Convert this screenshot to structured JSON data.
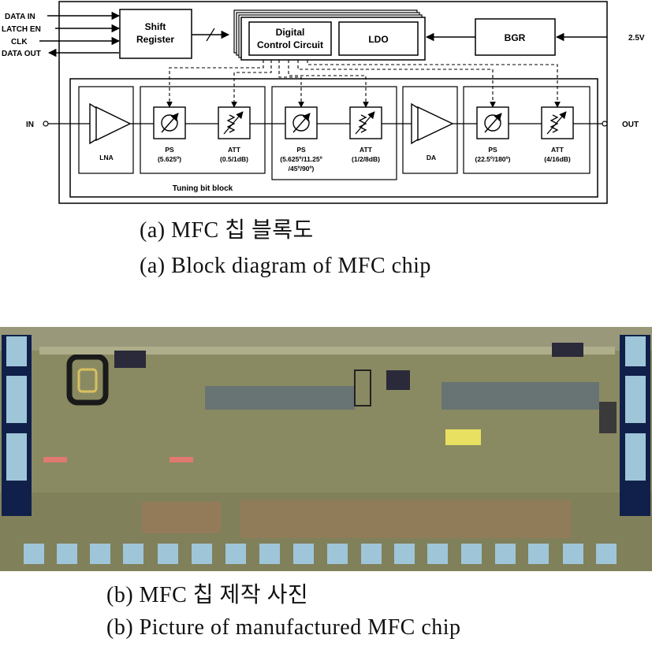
{
  "block_diagram": {
    "signals_left": [
      "DATA IN",
      "LATCH EN",
      "CLK",
      "DATA OUT"
    ],
    "shift_register": [
      "Shift",
      "Register"
    ],
    "digital_control": [
      "Digital",
      "Control Circuit"
    ],
    "ldo": "LDO",
    "bgr": "BGR",
    "supply": "2.5V",
    "input": "IN",
    "output": "OUT",
    "lna": "LNA",
    "da": "DA",
    "ps1": [
      "PS",
      "(5.625º)"
    ],
    "att1": [
      "ATT",
      "(0.5/1dB)"
    ],
    "ps2": [
      "PS",
      "(5.625º/11.25º",
      "/45º/90º)"
    ],
    "att2": [
      "ATT",
      "(1/2/8dB)"
    ],
    "ps3": [
      "PS",
      "(22.5º/180º)"
    ],
    "att3": [
      "ATT",
      "(4/16dB)"
    ],
    "tuning_block": "Tuning bit block"
  },
  "captions": {
    "a_korean": "(a) MFC 칩 블록도",
    "a_english": "(a) Block diagram of MFC chip",
    "b_korean": "(b) MFC 칩 제작 사진",
    "b_english": "(b) Picture of manufactured MFC chip"
  }
}
